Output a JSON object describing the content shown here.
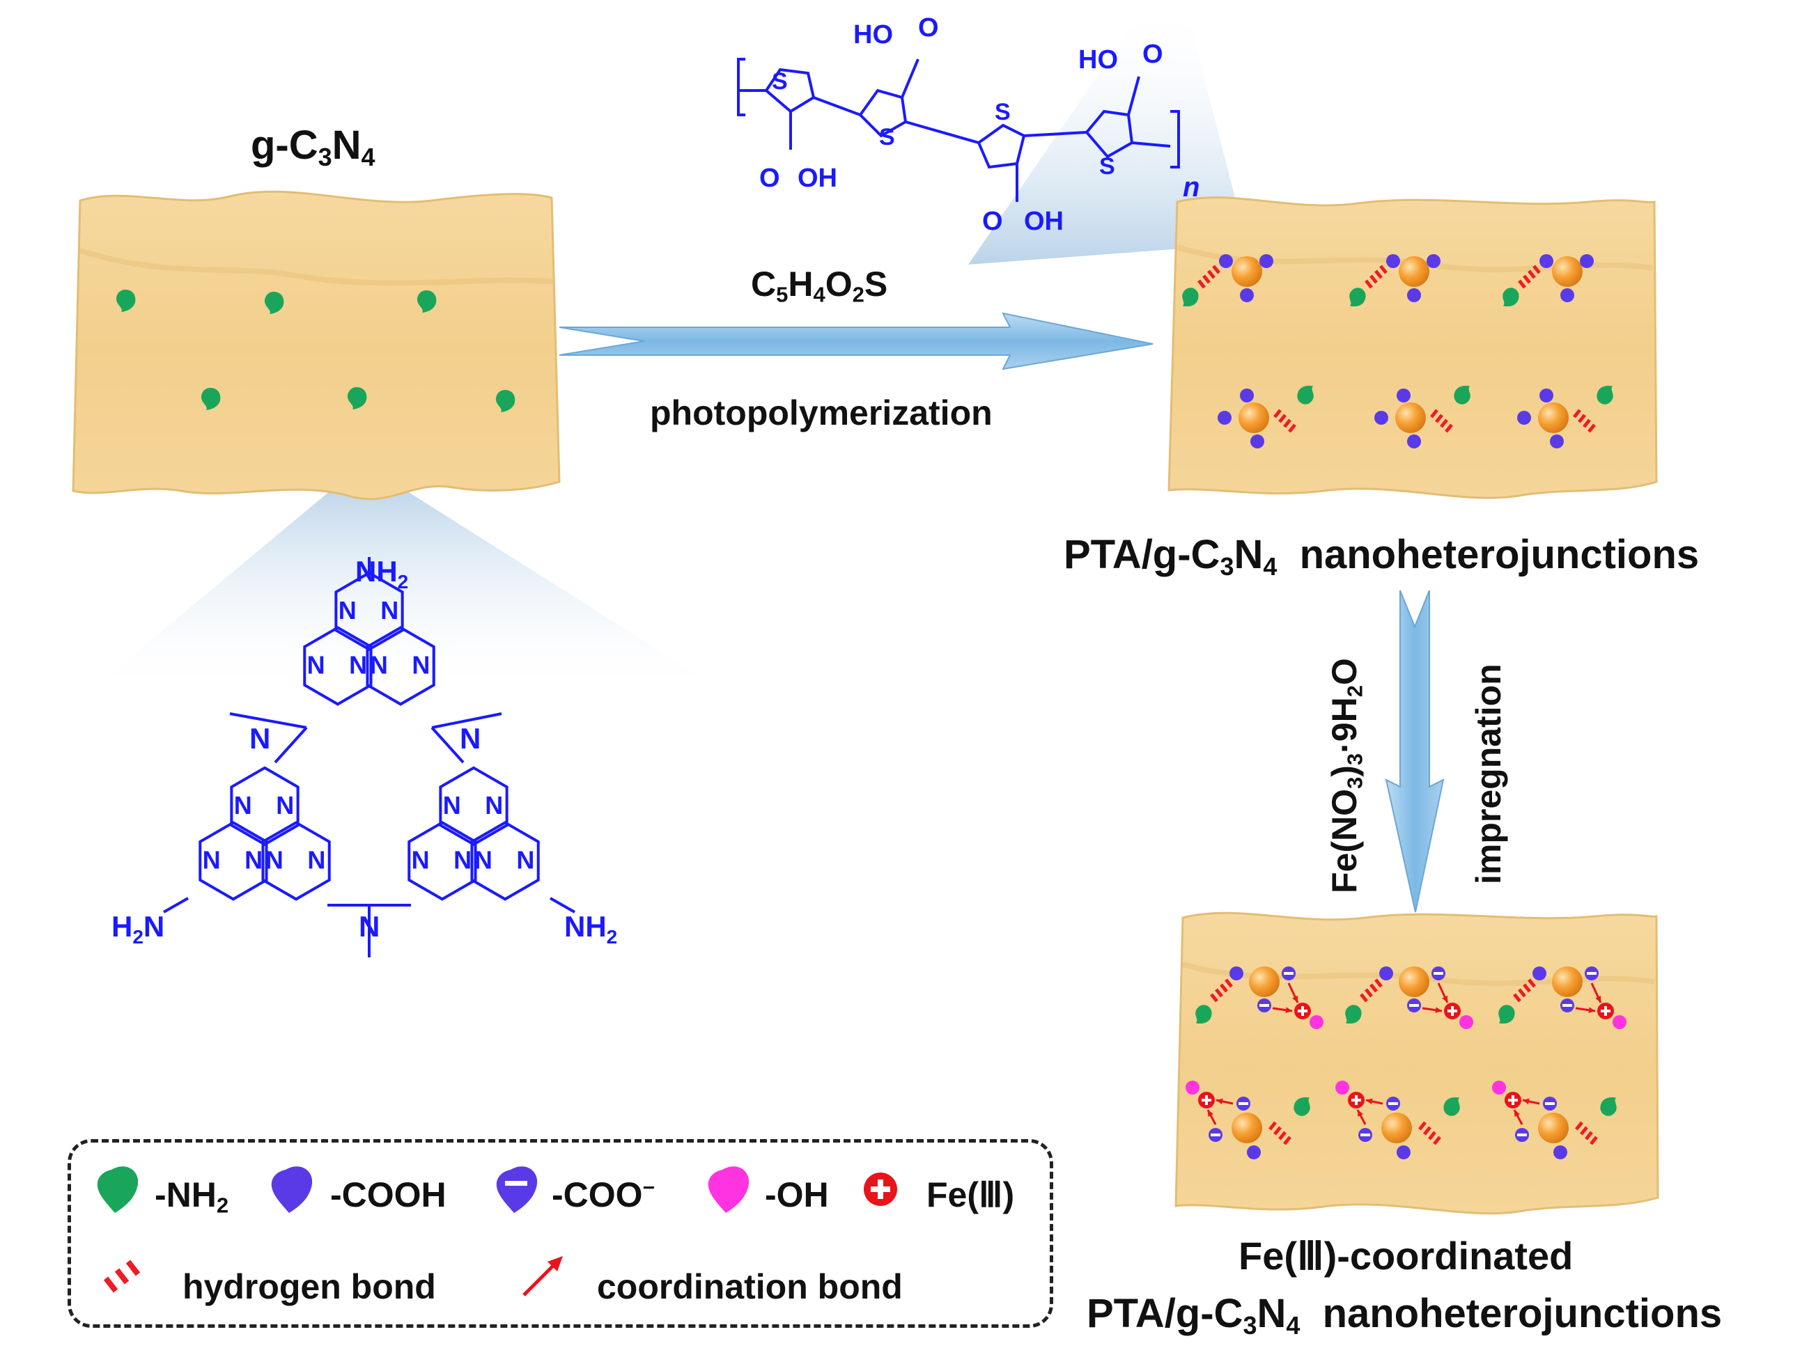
{
  "labels": {
    "gc3n4": {
      "pre": "g-C",
      "s1": "3",
      "mid": "N",
      "s2": "4"
    },
    "monomer": {
      "a": "C",
      "s1": "5",
      "b": "H",
      "s2": "4",
      "c": "O",
      "s3": "2",
      "d": "S"
    },
    "photopolymerization": "photopolymerization",
    "pta_gc3n4": {
      "pre": "PTA/g-C",
      "s1": "3",
      "mid": "N",
      "s2": "4",
      "post": "  nanoheterojunctions"
    },
    "fe_salt": {
      "pre": "Fe(NO",
      "s1": "3",
      "mid": ")",
      "s2": "3",
      "post": "·9H",
      "s3": "2",
      "end": "O"
    },
    "impregnation": "impregnation",
    "fe_coord_line1": "Fe(Ⅲ)-coordinated",
    "fe_coord_line2": {
      "pre": "PTA/g-C",
      "s1": "3",
      "mid": "N",
      "s2": "4",
      "post": "  nanoheterojunctions"
    }
  },
  "polymer": {
    "cooh": "HO",
    "cooh2": "O",
    "oh": "OH",
    "s": "S",
    "n": "n"
  },
  "triazine": {
    "nh2": "NH",
    "nh2_sub": "2",
    "h2n": "H",
    "h2n_sub": "2",
    "h2n_n": "N",
    "n": "N"
  },
  "legend": {
    "nh2": {
      "pre": "-NH",
      "s": "2"
    },
    "cooh": "-COOH",
    "coo": {
      "pre": "-COO",
      "sup": "−"
    },
    "oh": "-OH",
    "fe": "Fe(Ⅲ)",
    "hbond": "hydrogen bond",
    "cbond": "coordination bond"
  },
  "colors": {
    "sheet": "#f5d495",
    "nh2": "#19a65a",
    "cooh": "#5a3ae6",
    "oh": "#ff33e0",
    "fe": "#e8141c",
    "hbond": "#ee1c24",
    "arrow": "#8ec5ea",
    "structure": "#1a1aff",
    "orange_sphere": "#f7a033"
  }
}
